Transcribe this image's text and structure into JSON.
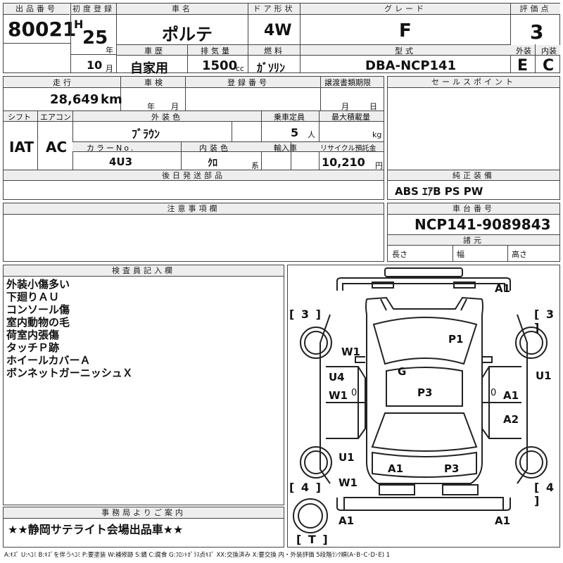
{
  "header": {
    "lot_label": "出品番号",
    "lot_value": "80021",
    "first_reg_label": "初度登録",
    "era": "H",
    "year_value": "25",
    "year_unit": "年",
    "name_label": "車名",
    "name_value": "ポルテ",
    "door_label": "ドア形状",
    "door_value": "4W",
    "grade_label": "グレード",
    "grade_value": "F",
    "score_label": "評価点",
    "score_value": "3",
    "month_value": "10",
    "month_unit": "月",
    "history_label": "車歴",
    "history_value": "自家用",
    "displacement_label": "排気量",
    "displacement_value": "1500",
    "displacement_unit": "cc",
    "fuel_label": "燃料",
    "fuel_value": "ｶﾞｿﾘﾝ",
    "model_label": "型式",
    "model_value": "DBA-NCP141",
    "exterior_label": "外装",
    "exterior_value": "E",
    "interior_label": "内装",
    "interior_value": "C"
  },
  "specs": {
    "mileage_label": "走行",
    "mileage_value": "28,649",
    "mileage_unit": "km",
    "inspection_label": "車検",
    "year_unit": "年",
    "month_unit": "月",
    "regno_label": "登録番号",
    "transfer_label": "譲渡書類期限",
    "day_unit": "日",
    "shift_label": "シフト",
    "shift_value": "IAT",
    "ac_label": "エアコン",
    "ac_value": "AC",
    "color_label": "外装色",
    "color_value": "ﾌﾞﾗｳﾝ",
    "capacity_label": "乗車定員",
    "capacity_value": "5",
    "capacity_unit": "人",
    "load_label": "最大積載量",
    "load_unit": "kg",
    "colorno_label": "カラーNo.",
    "colorno_value": "4U3",
    "intcolor_label": "内装色",
    "intcolor_value": "ｸﾛ",
    "intcolor_unit": "系",
    "import_label": "輸入車",
    "recycle_label": "リサイクル預託金",
    "recycle_value": "10,210",
    "recycle_unit": "円",
    "later_label": "後日発送部品",
    "notice_label": "注意事項欄"
  },
  "sales": {
    "label": "セールスポイント"
  },
  "equipment": {
    "label": "純正装備",
    "value": "ABS ｴｱB PS PW"
  },
  "chassis": {
    "label": "車台番号",
    "value": "NCP141-9089843",
    "dims_label": "諸元",
    "length_label": "長さ",
    "width_label": "幅",
    "height_label": "高さ"
  },
  "inspector": {
    "label": "検査員記入欄",
    "notes": [
      "外装小傷多い",
      "下廻りＡＵ",
      "コンソール傷",
      "室内動物の毛",
      "荷室内張傷",
      "タッチＰ跡",
      "ホイールカバーＡ",
      "ボンネットガーニッシュＸ"
    ]
  },
  "office": {
    "label": "事務局よりご案内",
    "value": "★★静岡サテライト会場出品車★★"
  },
  "diagram": {
    "marks": {
      "a1_top": "A1",
      "w1_lf": "W1",
      "p1": "P1",
      "g": "G",
      "u4": "U4",
      "w1_l": "W1",
      "zero_l": "0",
      "p3_c": "P3",
      "u1_r": "U1",
      "zero_r": "0",
      "a1_r": "A1",
      "a2_r": "A2",
      "u1_l": "U1",
      "a1_bl": "A1",
      "p3_br": "P3",
      "w1_lb": "W1",
      "a1_rear_l": "A1",
      "a1_rear_r": "A1"
    },
    "brackets": {
      "fl": "[ 3 ]",
      "fr": "[ 3 ]",
      "rl": "[ 4 ]",
      "rr": "[ 4 ]",
      "spare": "[ T ]"
    }
  },
  "legend": "A:ｷｽﾞ U:ﾍｺﾐ B:ｷｽﾞを伴うﾍｺﾐ P:要塗装 W:補修跡 S:錆 C:腐食 G:ﾌﾛﾝﾄｶﾞﾗｽ点ｷｽﾞ XX:交換済み X:要交換 内・外装評価 5段階ﾗﾝｸ順(A･B･C･D･E) 1"
}
